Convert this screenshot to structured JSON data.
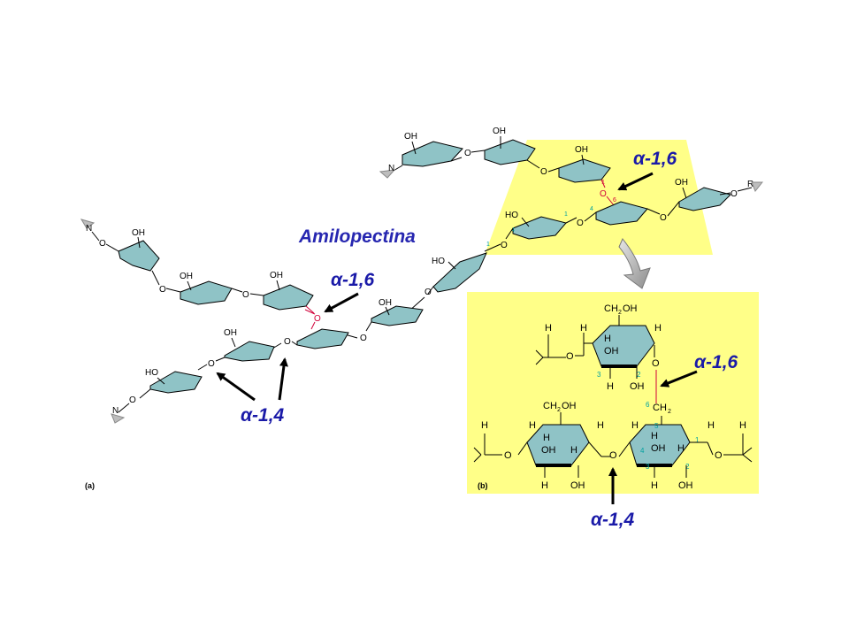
{
  "title": "Amilopectina",
  "bond_labels": {
    "top_right": "α-1,6",
    "middle": "α-1,6",
    "lower_left": "α-1,4",
    "inset_right": "α-1,6",
    "inset_bottom": "α-1,4"
  },
  "panel_labels": {
    "a": "(a)",
    "b": "(b)"
  },
  "atoms": {
    "OH": "OH",
    "HO": "HO",
    "O": "O",
    "N": "N",
    "R": "R",
    "H": "H",
    "CH2OH_base": "CH",
    "CH2OH_sub": "2",
    "CH2OH_tail": "OH",
    "CH2_base": "CH",
    "CH2_sub": "2"
  },
  "carbon_numbers": {
    "c1": "1",
    "c2": "2",
    "c3": "3",
    "c4": "4",
    "c5": "5",
    "c6": "6"
  },
  "colors": {
    "ring_fill": "#8fc3c6",
    "highlight": "#ffff88",
    "arrow": "#000000",
    "label": "#1a1aa8",
    "branch_bond": "#d0003a",
    "carbon_number": "#00a0a0"
  }
}
